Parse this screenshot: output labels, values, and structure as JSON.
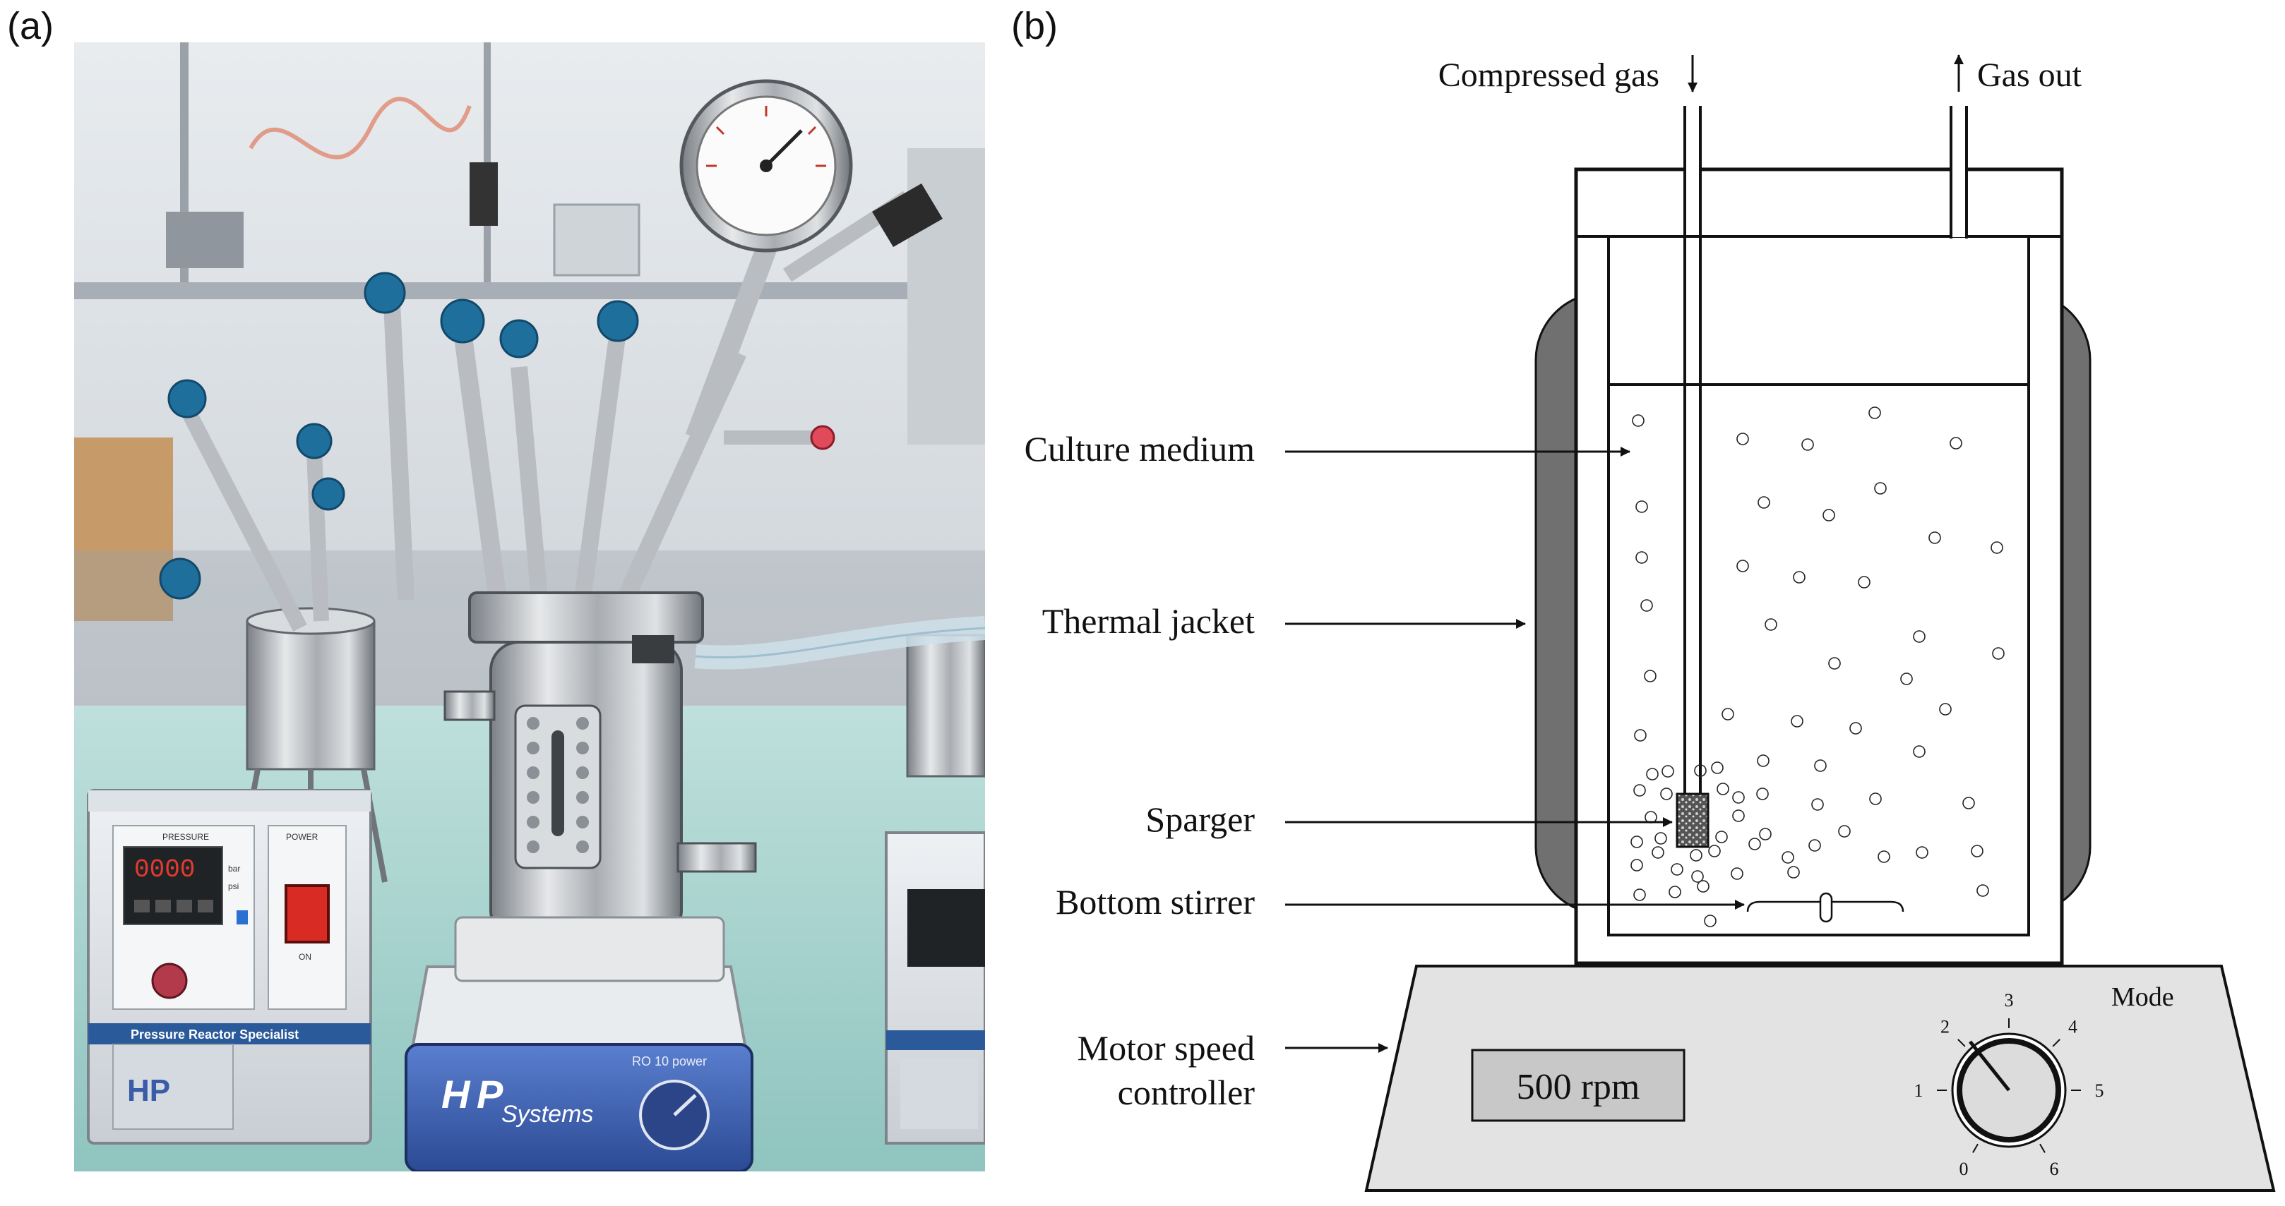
{
  "panel_a": {
    "label": "(a)"
  },
  "panel_b": {
    "label": "(b)"
  },
  "photo": {
    "controller_labels": {
      "pressure": "PRESSURE",
      "power": "POWER",
      "bar": "bar",
      "psi": "psi",
      "on": "ON",
      "display_value": "0000",
      "footer": "Pressure Reactor Specialist",
      "logo": "HP"
    },
    "stirrer_brand": "HP Systems",
    "stirrer_brand_parts": [
      "H",
      "P",
      "Systems"
    ],
    "stirrer_model": "RO 10 power",
    "colors": {
      "valve_blue": "#1f6f9c",
      "steel": "#b9bcc0",
      "stirrer_blue": "#3a5ba8",
      "background_wall": "#d9dde2"
    }
  },
  "diagram": {
    "inlet_label": "Compressed gas",
    "outlet_label": "Gas out",
    "labels": {
      "culture_medium": "Culture medium",
      "thermal_jacket": "Thermal jacket",
      "sparger": "Sparger",
      "bottom_stirrer": "Bottom stirrer",
      "motor_speed_line1": "Motor speed",
      "motor_speed_line2": "controller"
    },
    "display": "500 rpm",
    "dial": {
      "title": "Mode",
      "ticks": [
        "0",
        "1",
        "2",
        "3",
        "4",
        "5",
        "6"
      ]
    },
    "colors": {
      "jacket": "#707070",
      "base": "#e3e3e3",
      "display_bg": "#c8c8c8",
      "dial_knob": "#dcdcdc"
    }
  }
}
